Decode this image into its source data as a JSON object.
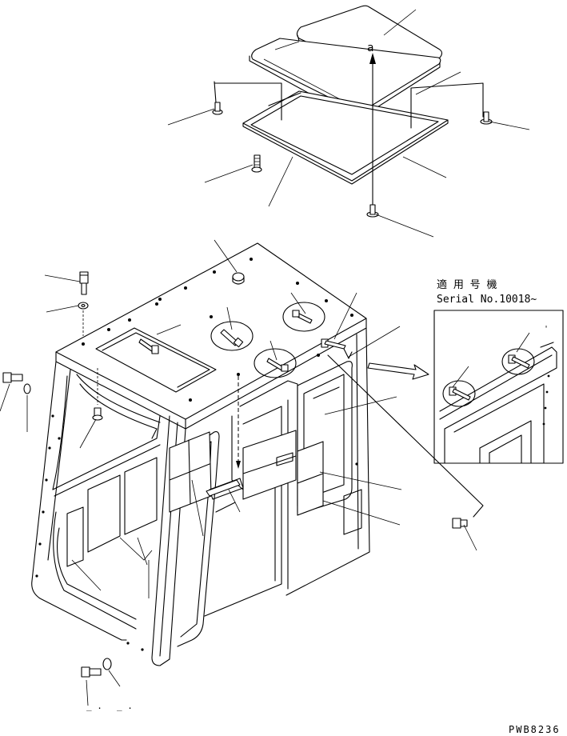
{
  "drawing": {
    "arrow_label": "a",
    "serial_heading": "適 用 号 機",
    "serial_range": "Serial No.10018~",
    "drawing_code": "PWB8236",
    "bottom_marks": [
      "_ .",
      "_  ."
    ],
    "detail_tick": "'"
  }
}
